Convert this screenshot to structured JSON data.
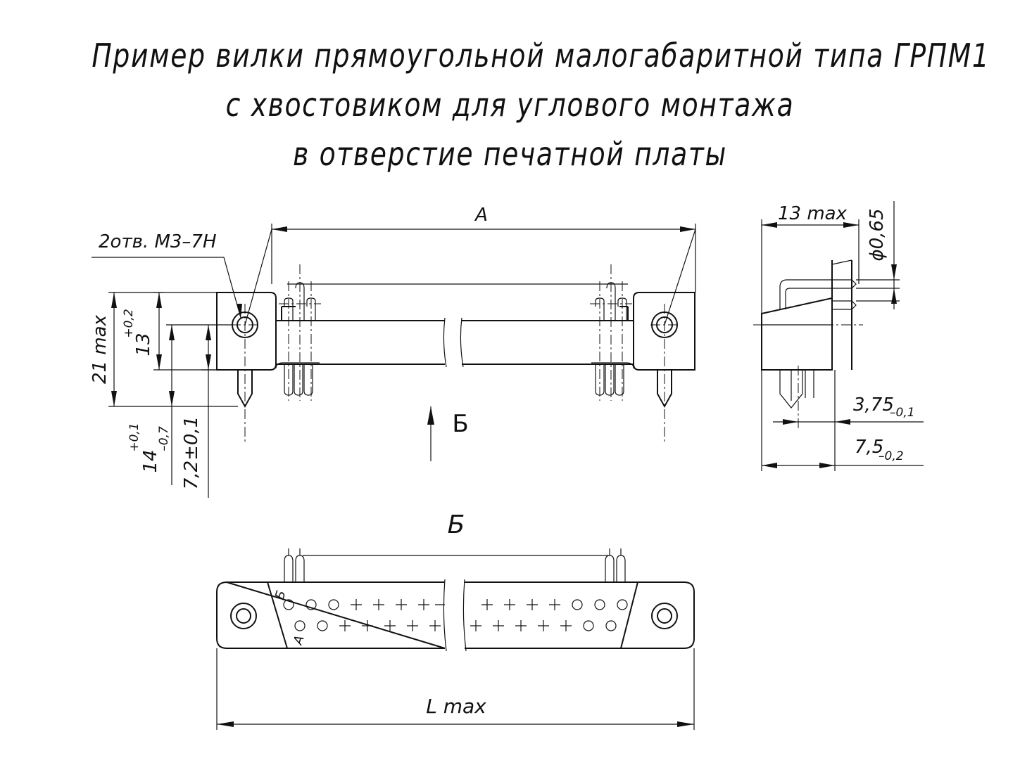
{
  "title": {
    "line1": "Пример вилки прямоугольной малогабаритной типа ГРПМ1",
    "line2": "с хвостовиком для углового монтажа",
    "line3": "в отверстие печатной платы"
  },
  "front_view": {
    "dim_a": "А",
    "hole_note": "2отв. М3–7Н",
    "dim_21": "21 max",
    "dim_13": "13",
    "dim_13_tol": "+0,2",
    "dim_14": "14",
    "dim_14_tol_top": "+0,1",
    "dim_14_tol_bottom": "–0,7",
    "dim_72": "7,2±0,1",
    "view_arrow": "Б"
  },
  "side_view": {
    "dim_13max": "13 max",
    "dim_dia": "ϕ0,65",
    "dim_375": "3,75",
    "dim_375_tol": "–0,1",
    "dim_75": "7,5",
    "dim_75_tol": "–0,2"
  },
  "bottom_view": {
    "view_label": "Б",
    "row_b": "Б",
    "row_a": "А",
    "dim_l": "L max"
  }
}
